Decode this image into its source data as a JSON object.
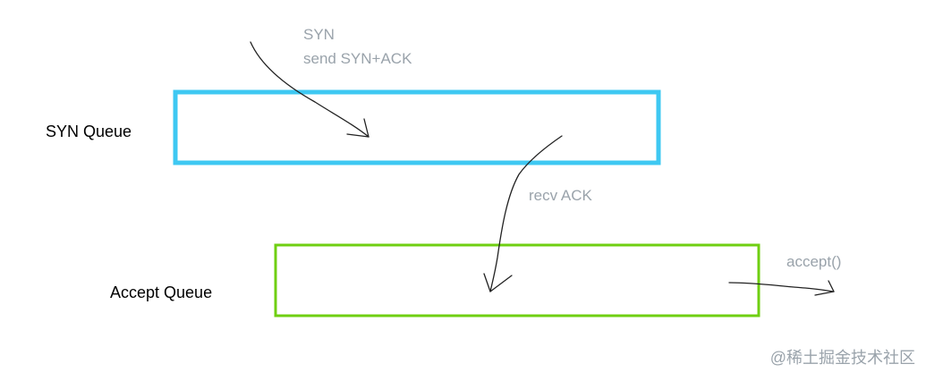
{
  "queues": {
    "syn": {
      "label": "SYN Queue",
      "color": "#3ec8f2"
    },
    "accept": {
      "label": "Accept Queue",
      "color": "#6fcf12"
    }
  },
  "annotations": {
    "syn_line1": "SYN",
    "syn_line2": "send SYN+ACK",
    "recv_ack": "recv ACK",
    "accept_call": "accept()"
  },
  "arrows": [
    "incoming-syn-arrow",
    "recv-ack-arrow",
    "accept-arrow"
  ],
  "watermark": "@稀土掘金技术社区"
}
